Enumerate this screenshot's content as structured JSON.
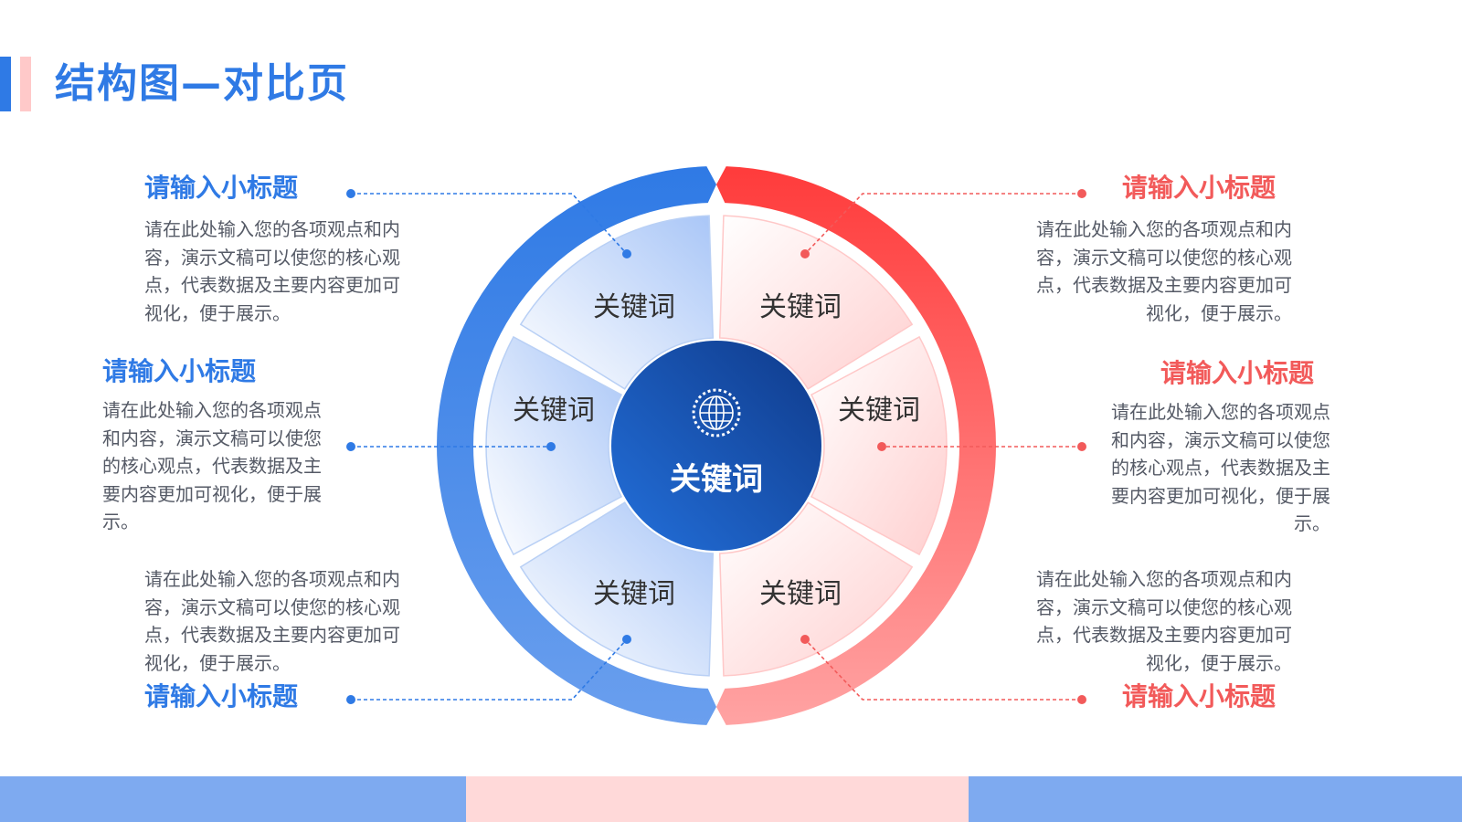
{
  "page": {
    "title": "结构图—对比页"
  },
  "center": {
    "label": "关键词"
  },
  "segments": {
    "left_top": "关键词",
    "left_mid": "关键词",
    "left_bottom": "关键词",
    "right_top": "关键词",
    "right_mid": "关键词",
    "right_bottom": "关键词"
  },
  "left": {
    "top": {
      "title": "请输入小标题",
      "text": "请在此处输入您的各项观点和内容，演示文稿可以使您的核心观点，代表数据及主要内容更加可视化，便于展示。"
    },
    "mid": {
      "title": "请输入小标题",
      "text": "请在此处输入您的各项观点和内容，演示文稿可以使您的核心观点，代表数据及主要内容更加可视化，便于展示。"
    },
    "bottom": {
      "title": "请输入小标题",
      "text": "请在此处输入您的各项观点和内容，演示文稿可以使您的核心观点，代表数据及主要内容更加可视化，便于展示。"
    }
  },
  "right": {
    "top": {
      "title": "请输入小标题",
      "text": "请在此处输入您的各项观点和内容，演示文稿可以使您的核心观点，代表数据及主要内容更加可视化，便于展示。"
    },
    "mid": {
      "title": "请输入小标题",
      "text": "请在此处输入您的各项观点和内容，演示文稿可以使您的核心观点，代表数据及主要内容更加可视化，便于展示。"
    },
    "bottom": {
      "title": "请输入小标题",
      "text": "请在此处输入您的各项观点和内容，演示文稿可以使您的核心观点，代表数据及主要内容更加可视化，便于展示。"
    }
  },
  "colors": {
    "blue": "#2f7ae5",
    "red": "#f25a5a",
    "dark_blue": "#1a4fa8",
    "pink": "#ffd9d9",
    "light_blue": "#7eaaf0"
  },
  "icons": {
    "center": "globe-icon"
  }
}
